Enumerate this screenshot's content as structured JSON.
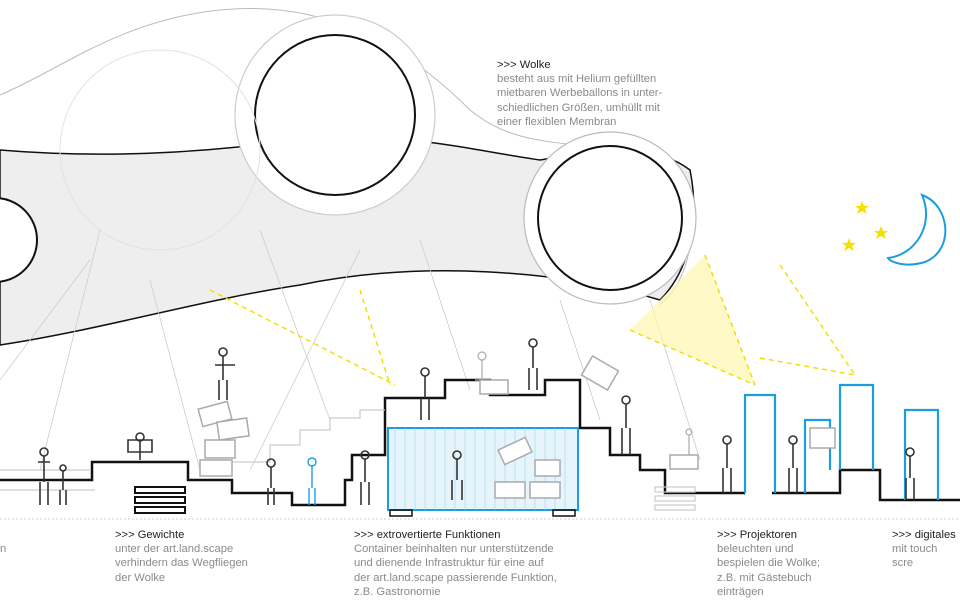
{
  "labels": {
    "wolke": {
      "title": ">>> Wolke",
      "body": "besteht aus mit Helium gefüllten\nmietbaren Werbeballons in unter-\nschiedlichen Größen, umhüllt mit\neiner flexiblen Membran"
    },
    "left_cut": {
      "body": "n"
    },
    "gewichte": {
      "title": ">>> Gewichte",
      "body": "unter der art.land.scape\nverhindern das Wegfliegen\nder Wolke"
    },
    "funktionen": {
      "title": ">>> extrovertierte Funktionen",
      "body": "Container beinhalten nur unterstützende\nund dienende Infrastruktur für eine auf\nder art.land.scape passierende Funktion,\nz.B. Gastronomie"
    },
    "projektoren": {
      "title": ">>> Projektoren",
      "body": "beleuchten und\nbespielen die Wolke;\nz.B. mit Gästebuch\neinträgen"
    },
    "digitales": {
      "title": ">>> digitales",
      "body": "mit touch scre"
    }
  },
  "colors": {
    "accent_blue": "#1a9ee0",
    "star_yellow": "#f5e000",
    "ground": "#111111",
    "membrane": "#eeeeee"
  }
}
